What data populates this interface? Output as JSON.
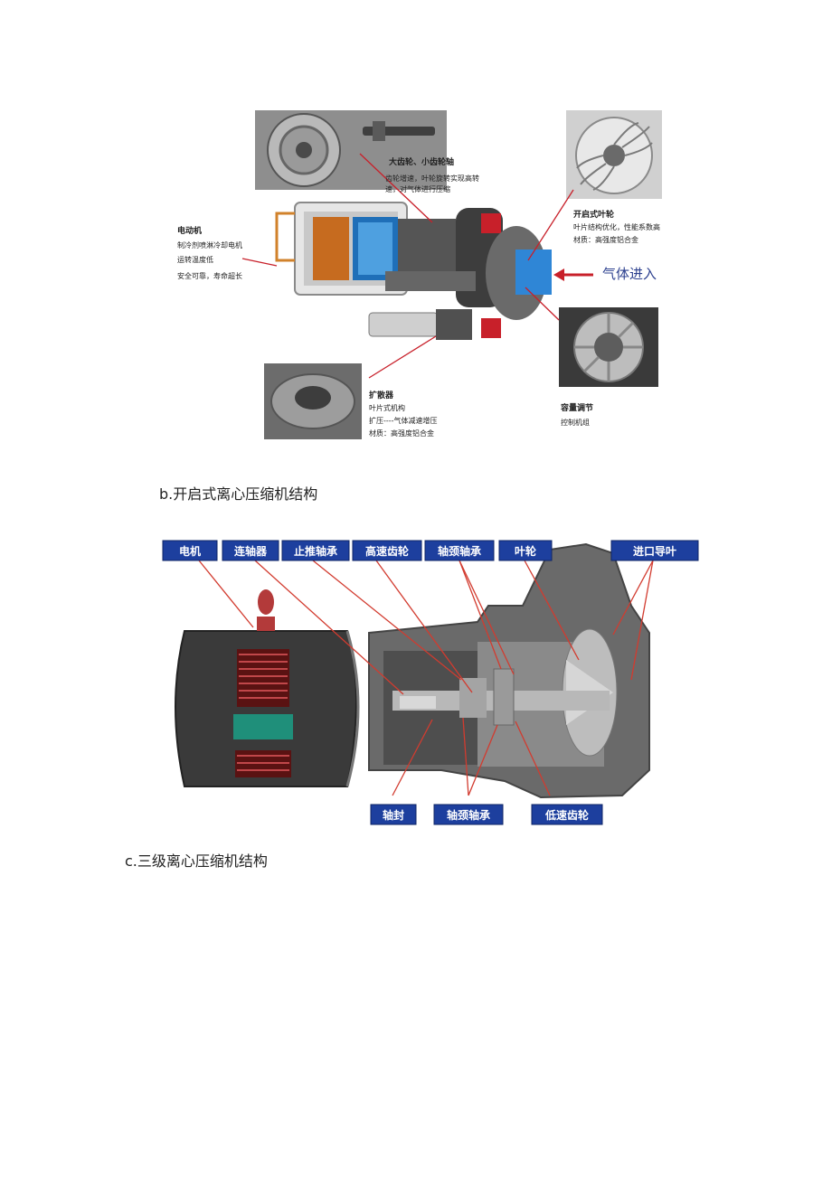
{
  "figure_b": {
    "annotations": {
      "gear_title": "大齿轮、小齿轮轴",
      "gear_desc_1": "齿轮增速，叶轮旋转实现高转",
      "gear_desc_2": "速，对气体进行压缩",
      "motor_title": "电动机",
      "motor_desc_1": "制冷剂喷淋冷却电机",
      "motor_desc_2": "运转温度低",
      "motor_desc_3": "安全可靠，寿命超长",
      "impeller_title": "开启式叶轮",
      "impeller_desc_1": "叶片结构优化，性能系数高",
      "impeller_desc_2": "材质：高强度铝合金",
      "gas_inlet": "气体进入",
      "diffuser_title": "扩散器",
      "diffuser_desc_1": "叶片式机构",
      "diffuser_desc_2": "扩压----气体减速增压",
      "diffuser_desc_3": "材质：高强度铝合金",
      "capacity_title": "容量调节",
      "capacity_desc_1": "控制机组"
    },
    "caption": "b.开启式离心压缩机结构"
  },
  "figure_c": {
    "tags_top": [
      "电机",
      "连轴器",
      "止推轴承",
      "高速齿轮",
      "轴颈轴承",
      "叶轮",
      "进口导叶"
    ],
    "tags_bottom": [
      "轴封",
      "轴颈轴承",
      "低速齿轮"
    ],
    "caption": "c.三级离心压缩机结构"
  },
  "colors": {
    "tag_bg": "#1d3f9e",
    "tag_text": "#ffffff",
    "arrow": "#d23b2f",
    "motor_body": "#3a3a3a",
    "motor_stripe": "#8c1e1e",
    "motor_panel": "#1f8f7a"
  }
}
